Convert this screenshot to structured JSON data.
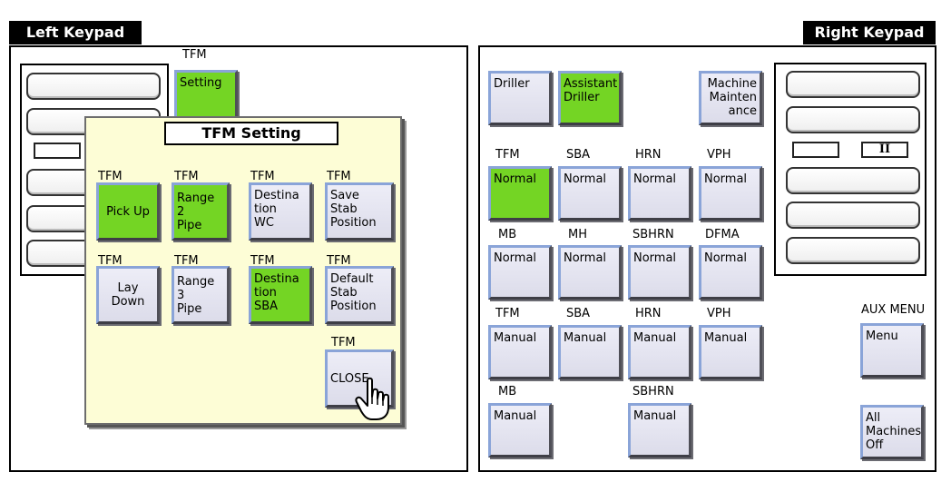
{
  "left_keypad": {
    "title": "Left Keypad",
    "setting_caption": "TFM",
    "setting_button": "Setting"
  },
  "tfm_setting_popup": {
    "title": "TFM Setting",
    "buttons": [
      {
        "caption": "TFM",
        "label": "Pick Up",
        "active": true
      },
      {
        "caption": "TFM",
        "label": "Range 2\nPipe",
        "active": true
      },
      {
        "caption": "TFM",
        "label": "Destina\ntion\nWC",
        "active": false
      },
      {
        "caption": "TFM",
        "label": "Save\nStab\nPosition",
        "active": false
      },
      {
        "caption": "TFM",
        "label": "Lay Down",
        "active": false
      },
      {
        "caption": "TFM",
        "label": "Range 3\nPipe",
        "active": false
      },
      {
        "caption": "TFM",
        "label": "Destina\ntion\nSBA",
        "active": true
      },
      {
        "caption": "TFM",
        "label": "Default\nStab\nPosition",
        "active": false
      }
    ],
    "close_caption": "TFM",
    "close_button": "CLOSE"
  },
  "right_keypad": {
    "title": "Right Keypad",
    "roles": [
      {
        "label": "Driller",
        "active": false
      },
      {
        "label": "Assistant\nDriller",
        "active": true
      },
      {
        "label": "Machine\nMainten\nance",
        "active": false
      }
    ],
    "mode_rows": [
      {
        "captions": [
          "TFM",
          "SBA",
          "HRN",
          "VPH"
        ],
        "labels": [
          "Normal",
          "Normal",
          "Normal",
          "Normal"
        ],
        "active": [
          true,
          false,
          false,
          false
        ]
      },
      {
        "captions": [
          "MB",
          "MH",
          "SBHRN",
          "DFMA"
        ],
        "labels": [
          "Normal",
          "Normal",
          "Normal",
          "Normal"
        ],
        "active": [
          false,
          false,
          false,
          false
        ]
      },
      {
        "captions": [
          "TFM",
          "SBA",
          "HRN",
          "VPH"
        ],
        "labels": [
          "Manual",
          "Manual",
          "Manual",
          "Manual"
        ],
        "active": [
          false,
          false,
          false,
          false
        ]
      }
    ],
    "last_row": [
      {
        "caption": "MB",
        "label": "Manual"
      },
      {
        "caption": "SBHRN",
        "label": "Manual"
      }
    ],
    "pause_label": "II",
    "aux_caption": "AUX MENU",
    "menu_button": "Menu",
    "all_off_button": "All\nMachines\nOff"
  }
}
